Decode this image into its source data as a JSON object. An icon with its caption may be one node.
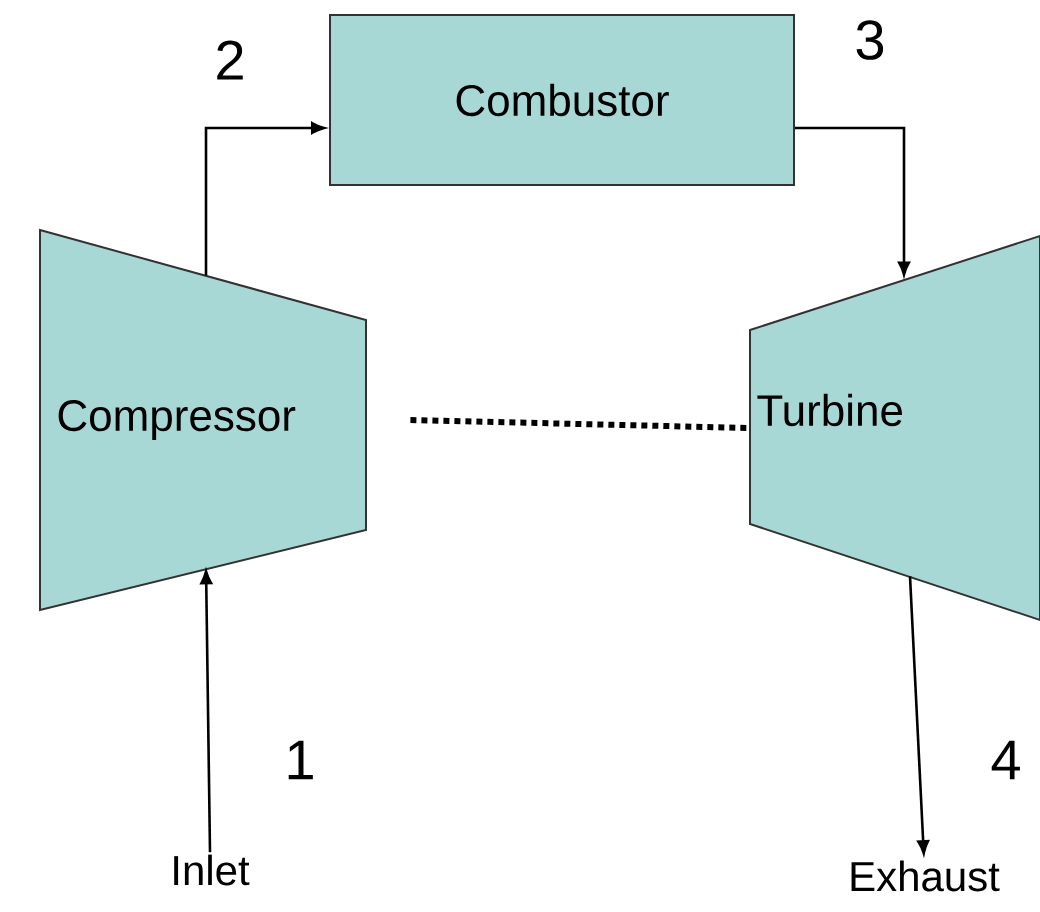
{
  "diagram": {
    "nodes": [
      {
        "text": [
          "Combustor"
        ]
      },
      {
        "text": [
          "Compressor"
        ]
      },
      {
        "text": [
          "Turbine"
        ]
      },
      {
        "text": [
          "Inlet"
        ]
      },
      {
        "text": [
          "Exhaust"
        ]
      }
    ],
    "edges": [
      {
        "from": 3,
        "to": 1,
        "arrow": "to",
        "label": "1"
      },
      {
        "from": 1,
        "to": 0,
        "arrow": "to",
        "label": "2"
      },
      {
        "from": 0,
        "to": 2,
        "arrow": "to",
        "label": "3"
      },
      {
        "from": 2,
        "to": 4,
        "arrow": "to",
        "label": "4"
      },
      {
        "from": 1,
        "to": 2,
        "arrow": "none",
        "style": "dashed"
      }
    ]
  }
}
